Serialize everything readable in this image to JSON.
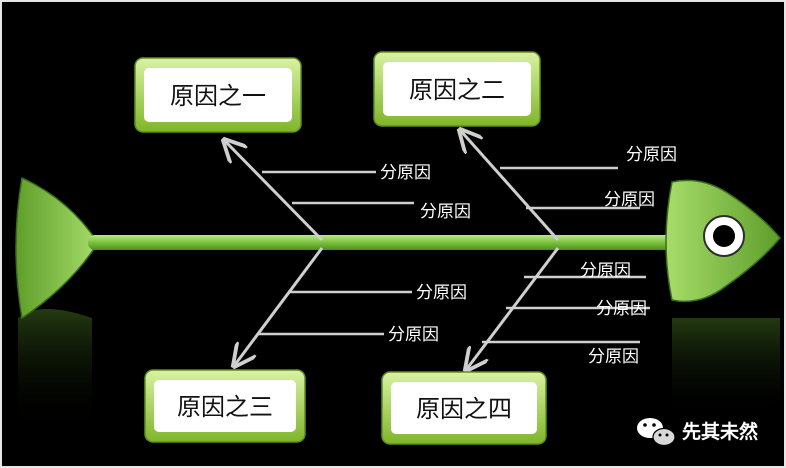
{
  "causes": [
    {
      "id": "cause-1",
      "label": "原因之一"
    },
    {
      "id": "cause-2",
      "label": "原因之二"
    },
    {
      "id": "cause-3",
      "label": "原因之三"
    },
    {
      "id": "cause-4",
      "label": "原因之四"
    }
  ],
  "sub_cause_label": "分原因",
  "watermark": {
    "text": "先其未然",
    "icon": "wechat-icon"
  },
  "colors": {
    "background": "#000000",
    "bone": "#8fd14f",
    "branch": "#cfcfcf",
    "box_border": "#9acd32",
    "box_fill": "#ffffff"
  }
}
